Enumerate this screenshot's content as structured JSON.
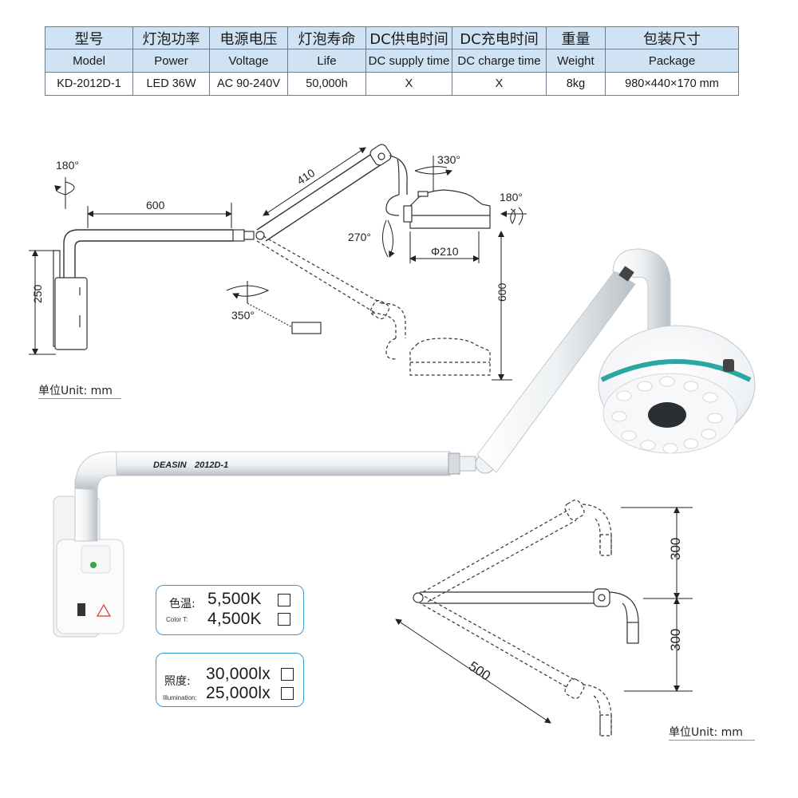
{
  "spec": {
    "headers_zh": [
      "型号",
      "灯泡功率",
      "电源电压",
      "灯泡寿命",
      "DC供电时间",
      "DC充电时间",
      "重量",
      "包装尺寸"
    ],
    "headers_en": [
      "Model",
      "Power",
      "Voltage",
      "Life",
      "DC supply time",
      "DC charge time",
      "Weight",
      "Package"
    ],
    "values": [
      "KD-2012D-1",
      "LED 36W",
      "AC 90-240V",
      "50,000h",
      "X",
      "X",
      "8kg",
      "980×440×170 mm"
    ]
  },
  "diagram_top": {
    "rot_left": "180°",
    "rot_top": "330°",
    "rot_head": "180°",
    "rot_side": "270°",
    "rot_base": "350°",
    "dim_arm1": "600",
    "dim_arm2": "410",
    "dim_head": "Φ210",
    "dim_height": "250",
    "dim_drop": "600"
  },
  "product": {
    "brand_label": "DEASIN",
    "model_label": "2012D-1"
  },
  "diagram_bottom": {
    "dim_up": "300",
    "dim_down": "300",
    "dim_arm": "500"
  },
  "units": {
    "unit_1": "单位Unit: mm",
    "unit_2": "单位Unit: mm"
  },
  "options": {
    "color_temp": {
      "label_zh": "色温:",
      "label_en": "Color T:",
      "value_1": "5,500K",
      "value_2": "4,500K"
    },
    "illumination": {
      "label_zh": "照度:",
      "label_en": "Illumination:",
      "value_1": "30,000lx",
      "value_2": "25,000lx"
    }
  },
  "colors": {
    "table_header_bg": "#cfe3f4",
    "table_border": "#6c7c8c",
    "box_border": "#3a9ad6",
    "unit_underline": "#e27a3f",
    "lamp_ring": "#2aa7a0"
  }
}
